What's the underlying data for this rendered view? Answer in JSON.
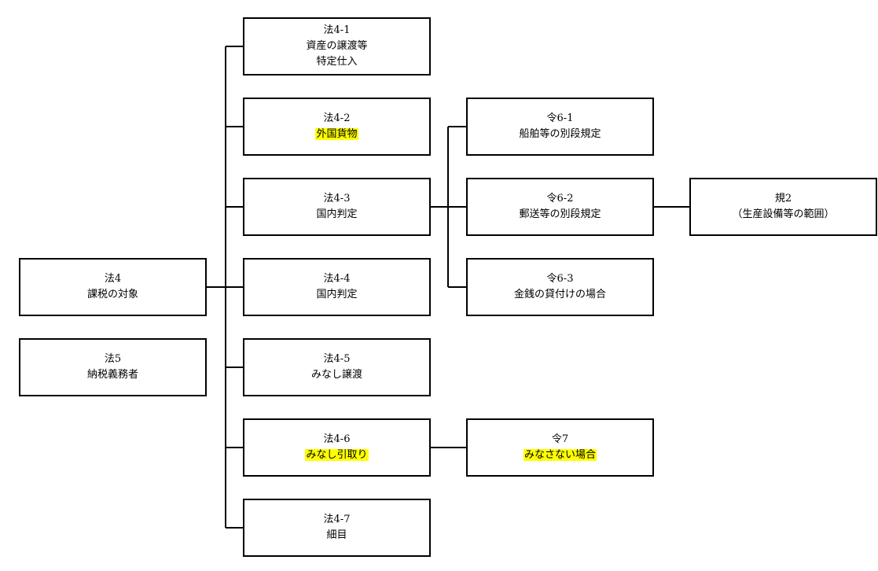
{
  "nodes": {
    "ho4": {
      "line1": "法4",
      "line2": "課税の対象"
    },
    "ho5": {
      "line1": "法5",
      "line2": "納税義務者"
    },
    "ho4_1": {
      "line1": "法4-1",
      "line2": "資産の譲渡等",
      "line3": "特定仕入"
    },
    "ho4_2": {
      "line1": "法4-2",
      "line2": "外国貨物"
    },
    "ho4_3": {
      "line1": "法4-3",
      "line2": "国内判定"
    },
    "ho4_4": {
      "line1": "法4-4",
      "line2": "国内判定"
    },
    "ho4_5": {
      "line1": "法4-5",
      "line2": "みなし譲渡"
    },
    "ho4_6": {
      "line1": "法4-6",
      "line2": "みなし引取り"
    },
    "ho4_7": {
      "line1": "法4-7",
      "line2": "細目"
    },
    "rei6_1": {
      "line1": "令6-1",
      "line2": "船舶等の別段規定"
    },
    "rei6_2": {
      "line1": "令6-2",
      "line2": "郵送等の別段規定"
    },
    "rei6_3": {
      "line1": "令6-3",
      "line2": "金銭の貸付けの場合"
    },
    "rei7": {
      "line1": "令7",
      "line2": "みなさない場合"
    },
    "ki2": {
      "line1": "規2",
      "line2": "（生産設備等の範囲）"
    }
  },
  "colors": {
    "highlight": "#ffff00",
    "border": "#000000",
    "connector": "#000000"
  }
}
